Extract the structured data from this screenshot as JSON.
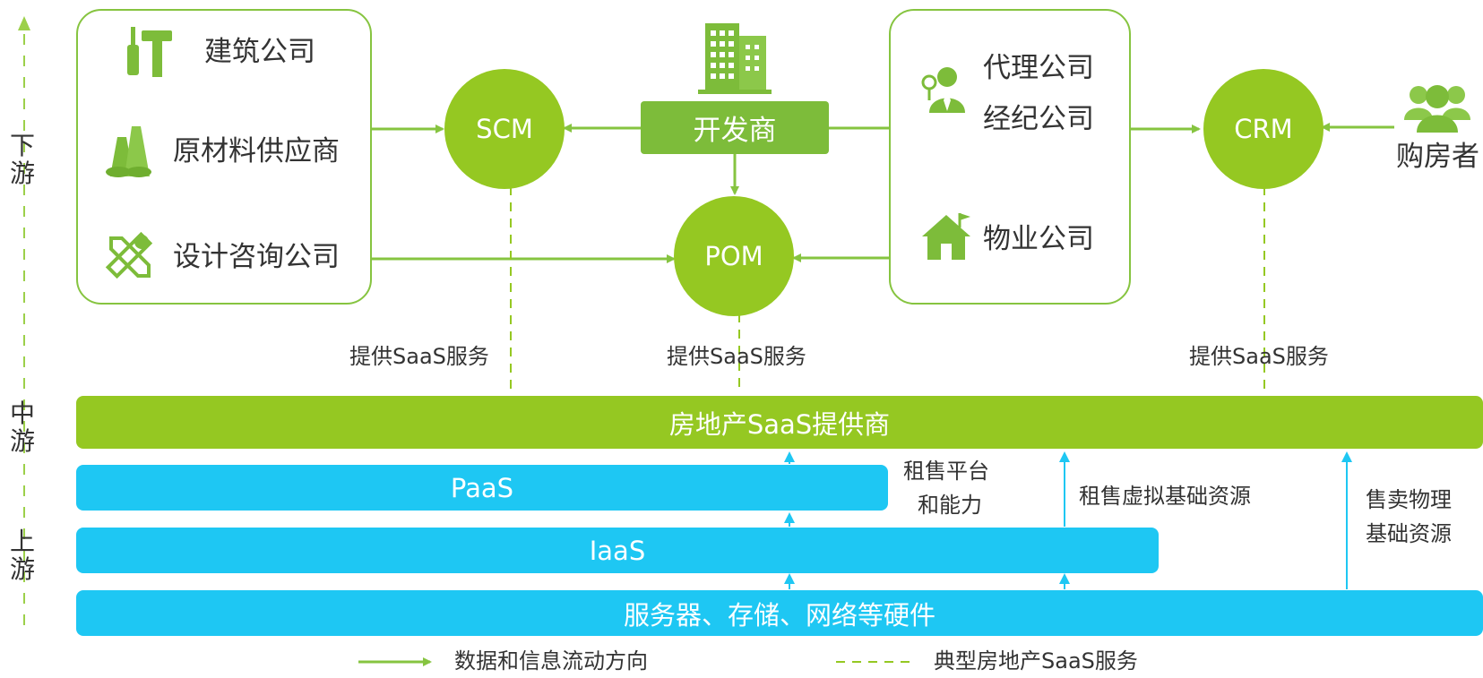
{
  "tiers": {
    "downstream": "下游",
    "midstream": "中游",
    "upstream": "上游"
  },
  "left_box": {
    "items": [
      "建筑公司",
      "原材料供应商",
      "设计咨询公司"
    ]
  },
  "right_box": {
    "items": [
      "代理公司",
      "经纪公司",
      "物业公司"
    ]
  },
  "nodes": {
    "scm": "SCM",
    "pom": "POM",
    "crm": "CRM",
    "developer": "开发商",
    "buyer": "购房者"
  },
  "service_labels": [
    "提供SaaS服务",
    "提供SaaS服务",
    "提供SaaS服务"
  ],
  "bars": {
    "saas_provider": "房地产SaaS提供商",
    "paas": "PaaS",
    "iaas": "IaaS",
    "hardware": "服务器、存储、网络等硬件"
  },
  "side_labels": {
    "platform": [
      "租售平台",
      "和能力"
    ],
    "virtual": "租售虚拟基础资源",
    "physical": [
      "售卖物理",
      "基础资源"
    ]
  },
  "legend": {
    "data_flow": "数据和信息流动方向",
    "saas_service": "典型房地产SaaS服务"
  },
  "icons": {
    "construction": "tools-icon",
    "supplier": "materials-icon",
    "design": "design-tools-icon",
    "developer": "building-icon",
    "agent": "agent-person-icon",
    "property": "house-icon",
    "buyer": "people-icon"
  },
  "colors": {
    "green": "#95c822",
    "dark_green": "#7dbc3a",
    "line_green": "#86c440",
    "blue": "#1ec7f3"
  }
}
